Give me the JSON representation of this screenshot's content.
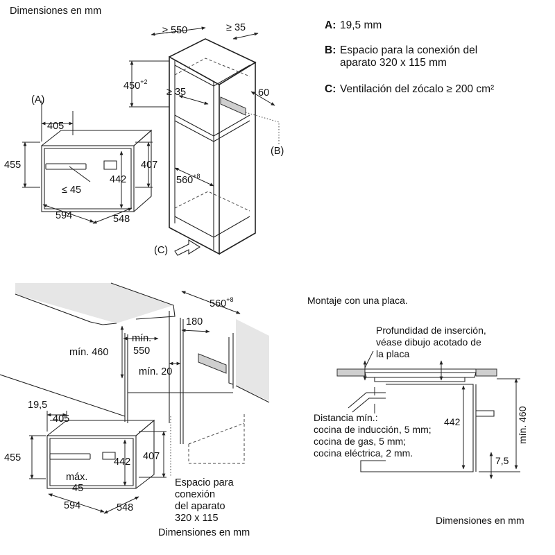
{
  "top": {
    "title": "Dimensiones en mm",
    "oven": {
      "marker_a": "(A)",
      "depth_top": "405",
      "height_front": "455",
      "height_inner": "442",
      "height_side": "407",
      "gap": "≤ 45",
      "width": "594",
      "depth": "548"
    },
    "cabinet": {
      "width_min": "≥ 550",
      "depth_min": "≥ 35",
      "niche_h_base": "450",
      "niche_h_sup": "+2",
      "vent_min": "≥ 35",
      "conn_depth": "60",
      "niche_w_base": "560",
      "niche_w_sup": "+8",
      "marker_b": "(B)",
      "marker_c": "(C)"
    },
    "legend": [
      {
        "key": "A:",
        "lines": [
          "19,5 mm"
        ]
      },
      {
        "key": "B:",
        "lines": [
          "Espacio para la conexión del",
          "aparato 320 x 115 mm"
        ]
      },
      {
        "key": "C:",
        "lines": [
          "Ventilación del zócalo ≥ 200 cm²"
        ]
      }
    ]
  },
  "bottom_left": {
    "niche_w_base": "560",
    "niche_w_sup": "+8",
    "conn_w": "180",
    "min_depth_label": "mín.",
    "min_depth": "550",
    "min_height": "mín. 460",
    "min_gap": "mín. 20",
    "oven": {
      "offset": "19,5",
      "depth_top": "405",
      "height_front": "455",
      "height_inner": "442",
      "height_side": "407",
      "gap_label": "máx.",
      "gap": "45",
      "width": "594",
      "depth": "548"
    },
    "connection_note": [
      "Espacio para",
      "conexión",
      "del aparato",
      "320 x 115"
    ],
    "footer": "Dimensiones en mm"
  },
  "bottom_right": {
    "title": "Montaje con una placa.",
    "insertion_note": [
      "Profundidad de inserción,",
      "véase dibujo acotado de",
      "la placa"
    ],
    "distance_note": [
      "Distancia mín.:",
      "cocina de inducción, 5 mm;",
      "cocina de gas, 5 mm;",
      "cocina eléctrica, 2 mm."
    ],
    "height_inner": "442",
    "min_height": "mín. 460",
    "offset": "7,5",
    "footer": "Dimensiones en mm"
  }
}
